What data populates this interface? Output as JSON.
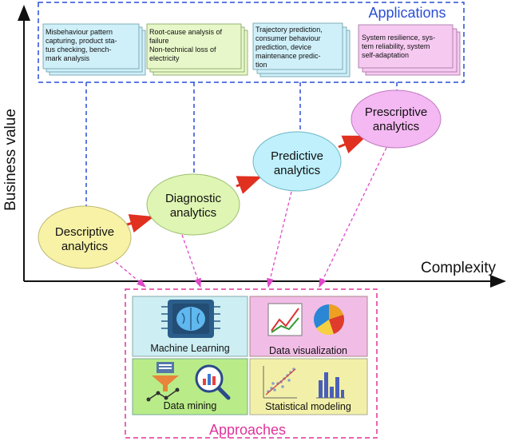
{
  "applications": {
    "title": "Applications",
    "items": [
      {
        "lines": [
          "Misbehaviour pattern",
          "capturing, product sta-",
          "tus checking, bench-",
          "mark analysis"
        ],
        "fill": "#cfeff9"
      },
      {
        "lines": [
          "Root-cause analysis of",
          "failure",
          "Non-technical loss of",
          "electricity"
        ],
        "fill": "#e7f7c9"
      },
      {
        "lines": [
          "Trajectory prediction,",
          "consumer behaviour",
          "prediction, device",
          "maintenance predic-",
          "tion"
        ],
        "fill": "#cfeff9"
      },
      {
        "lines": [
          "System resilience, sys-",
          "tem reliability, system",
          "self-adaptation"
        ],
        "fill": "#f6c9f1"
      }
    ]
  },
  "axes": {
    "y_label": "Business value",
    "x_label": "Complexity"
  },
  "stages": [
    {
      "lines": [
        "Descriptive",
        "analytics"
      ],
      "fill": "#f7f2a6"
    },
    {
      "lines": [
        "Diagnostic",
        "analytics"
      ],
      "fill": "#dff5b3"
    },
    {
      "lines": [
        "Predictive",
        "analytics"
      ],
      "fill": "#bff0fb"
    },
    {
      "lines": [
        "Prescriptive",
        "analytics"
      ],
      "fill": "#f4b8f2"
    }
  ],
  "approaches": {
    "title": "Approaches",
    "items": [
      {
        "label": "Machine Learning",
        "icon": "brain-chip-icon",
        "fill": "#cdeef3"
      },
      {
        "label": "Data visualization",
        "icon": "chart-pie-icon",
        "fill": "#f1bde6"
      },
      {
        "label": "Data mining",
        "icon": "data-mining-icon",
        "fill": "#b9ec88"
      },
      {
        "label": "Statistical modeling",
        "icon": "statistics-icon",
        "fill": "#f2f0a8"
      }
    ]
  },
  "colors": {
    "applications_border": "#2a4fd4",
    "approaches_border": "#e0339a",
    "stage_arrow": "#e03020",
    "app_connector": "#2a4fd4",
    "approach_connector": "#e048c8"
  }
}
